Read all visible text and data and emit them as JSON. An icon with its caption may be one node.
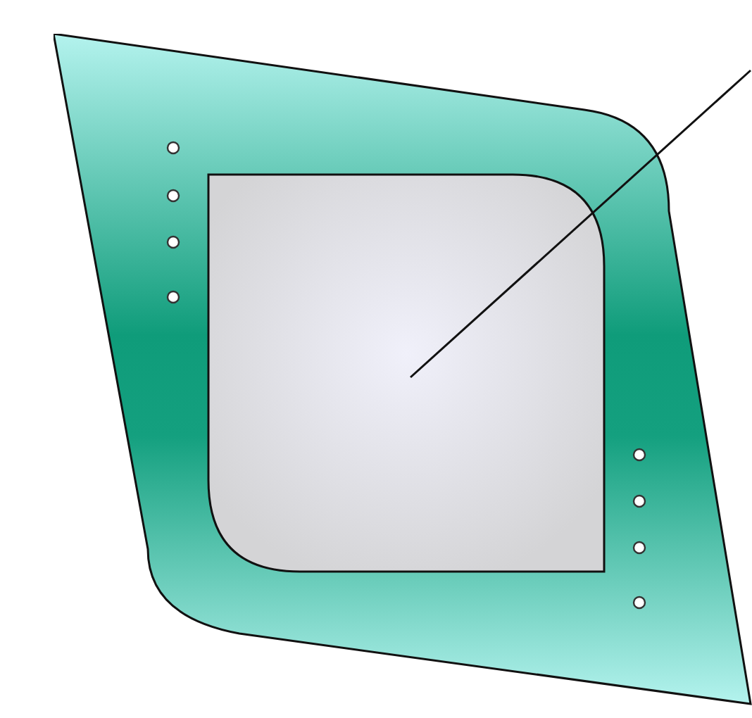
{
  "diagram": {
    "nodes": [
      {
        "text": [],
        "shape": "plate"
      },
      {
        "text": [],
        "shape": "box",
        "in": 0
      }
    ],
    "edges": [
      {
        "from": null,
        "to": 1,
        "arrow": "none"
      }
    ]
  }
}
